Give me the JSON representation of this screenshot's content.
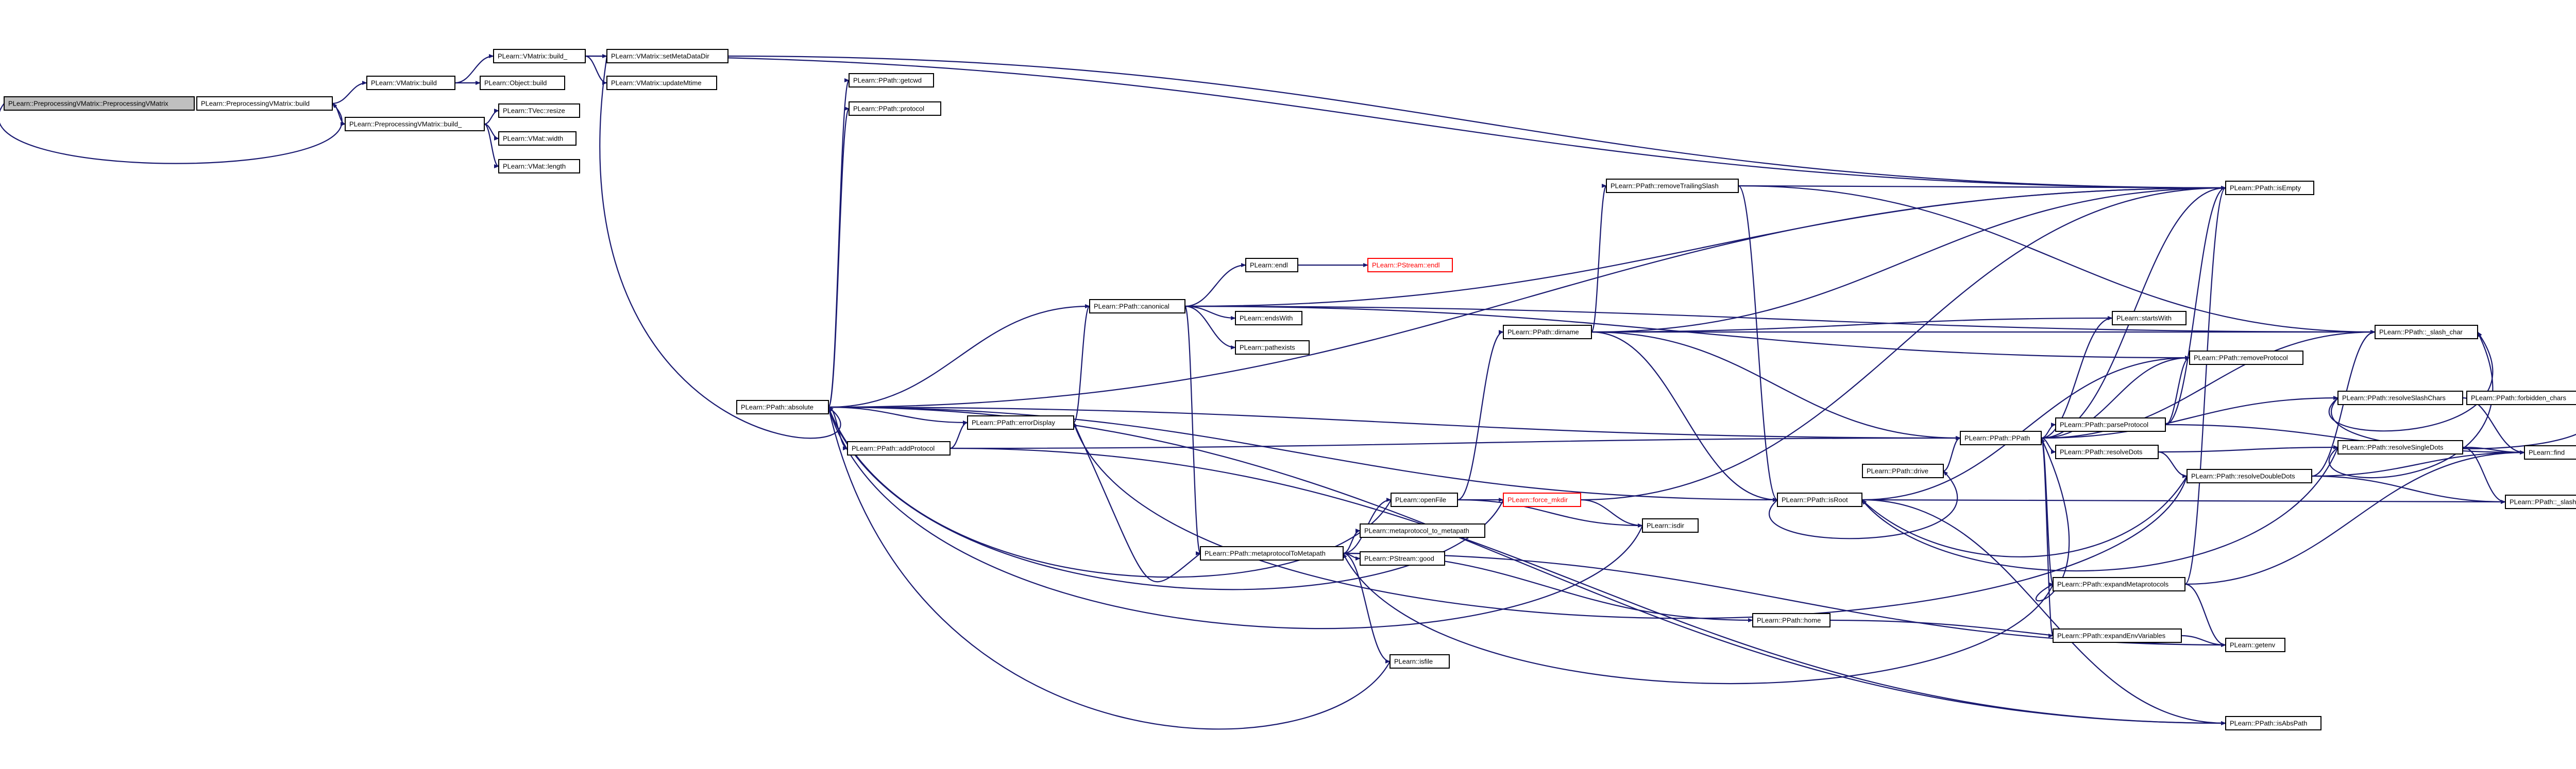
{
  "graph": {
    "nodes": [
      {
        "id": "n0",
        "label": "PLearn::PreprocessingVMatrix::PreprocessingVMatrix",
        "variant": "root"
      },
      {
        "id": "n1",
        "label": "PLearn::PreprocessingVMatrix::build",
        "variant": "normal"
      },
      {
        "id": "n2",
        "label": "PLearn::VMatrix::build",
        "variant": "normal"
      },
      {
        "id": "n3",
        "label": "PLearn::PreprocessingVMatrix::build_",
        "variant": "normal"
      },
      {
        "id": "n4",
        "label": "PLearn::VMatrix::build_",
        "variant": "normal"
      },
      {
        "id": "n5",
        "label": "PLearn::Object::build",
        "variant": "normal"
      },
      {
        "id": "n6",
        "label": "PLearn::TVec::resize",
        "variant": "normal"
      },
      {
        "id": "n7",
        "label": "PLearn::VMat::width",
        "variant": "normal"
      },
      {
        "id": "n8",
        "label": "PLearn::VMat::length",
        "variant": "normal"
      },
      {
        "id": "n9",
        "label": "PLearn::VMatrix::setMetaDataDir",
        "variant": "normal"
      },
      {
        "id": "n10",
        "label": "PLearn::VMatrix::updateMtime",
        "variant": "normal"
      },
      {
        "id": "n11",
        "label": "PLearn::PPath::getcwd",
        "variant": "normal"
      },
      {
        "id": "n12",
        "label": "PLearn::PPath::protocol",
        "variant": "normal"
      },
      {
        "id": "n13",
        "label": "PLearn::PPath::absolute",
        "variant": "normal"
      },
      {
        "id": "n14",
        "label": "PLearn::PPath::addProtocol",
        "variant": "normal"
      },
      {
        "id": "n15",
        "label": "PLearn::PPath::errorDisplay",
        "variant": "normal"
      },
      {
        "id": "n16",
        "label": "PLearn::PPath::canonical",
        "variant": "normal"
      },
      {
        "id": "n17",
        "label": "PLearn::endl",
        "variant": "normal"
      },
      {
        "id": "n18",
        "label": "PLearn::PStream::endl",
        "variant": "warn"
      },
      {
        "id": "n19",
        "label": "PLearn::endsWith",
        "variant": "normal"
      },
      {
        "id": "n20",
        "label": "PLearn::pathexists",
        "variant": "normal"
      },
      {
        "id": "n21",
        "label": "PLearn::PPath::metaprotocolToMetapath",
        "variant": "normal"
      },
      {
        "id": "n22",
        "label": "PLearn::openFile",
        "variant": "normal"
      },
      {
        "id": "n23",
        "label": "PLearn::metaprotocol_to_metapath",
        "variant": "normal"
      },
      {
        "id": "n24",
        "label": "PLearn::PStream::good",
        "variant": "normal"
      },
      {
        "id": "n25",
        "label": "PLearn::isfile",
        "variant": "normal"
      },
      {
        "id": "n26",
        "label": "PLearn::PPath::home",
        "variant": "normal"
      },
      {
        "id": "n27",
        "label": "PLearn::force_mkdir",
        "variant": "warn"
      },
      {
        "id": "n28",
        "label": "PLearn::isdir",
        "variant": "normal"
      },
      {
        "id": "n29",
        "label": "PLearn::PPath::dirname",
        "variant": "normal"
      },
      {
        "id": "n30",
        "label": "PLearn::PPath::removeTrailingSlash",
        "variant": "normal"
      },
      {
        "id": "n31",
        "label": "PLearn::PPath::isRoot",
        "variant": "normal"
      },
      {
        "id": "n32",
        "label": "PLearn::PPath::drive",
        "variant": "normal"
      },
      {
        "id": "n33",
        "label": "PLearn::PPath::PPath",
        "variant": "normal"
      },
      {
        "id": "n34",
        "label": "PLearn::startsWith",
        "variant": "normal"
      },
      {
        "id": "n35",
        "label": "PLearn::PPath::parseProtocol",
        "variant": "normal"
      },
      {
        "id": "n36",
        "label": "PLearn::PPath::resolveDots",
        "variant": "normal"
      },
      {
        "id": "n37",
        "label": "PLearn::PPath::expandMetaprotocols",
        "variant": "normal"
      },
      {
        "id": "n38",
        "label": "PLearn::PPath::expandEnvVariables",
        "variant": "normal"
      },
      {
        "id": "n39",
        "label": "PLearn::PPath::isEmpty",
        "variant": "normal"
      },
      {
        "id": "n40",
        "label": "PLearn::PPath::_slash_char",
        "variant": "normal"
      },
      {
        "id": "n41",
        "label": "PLearn::PPath::removeProtocol",
        "variant": "normal"
      },
      {
        "id": "n42",
        "label": "PLearn::PPath::resolveSlashChars",
        "variant": "normal"
      },
      {
        "id": "n43",
        "label": "PLearn::PPath::forbidden_chars",
        "variant": "normal"
      },
      {
        "id": "n44",
        "label": "PLearn::PPath::resolveSingleDots",
        "variant": "normal"
      },
      {
        "id": "n45",
        "label": "PLearn::PPath::resolveDoubleDots",
        "variant": "normal"
      },
      {
        "id": "n46",
        "label": "PLearn::find",
        "variant": "normal"
      },
      {
        "id": "n47",
        "label": "PLearn::PPath::_slash",
        "variant": "normal"
      },
      {
        "id": "n48",
        "label": "PLearn::getenv",
        "variant": "normal"
      },
      {
        "id": "n49",
        "label": "PLearn::PPath::isAbsPath",
        "variant": "normal"
      }
    ],
    "edges": [
      [
        "n0",
        "n1"
      ],
      [
        "n1",
        "n2"
      ],
      [
        "n1",
        "n3"
      ],
      [
        "n2",
        "n4"
      ],
      [
        "n2",
        "n5"
      ],
      [
        "n3",
        "n6"
      ],
      [
        "n3",
        "n7"
      ],
      [
        "n3",
        "n8"
      ],
      [
        "n4",
        "n9"
      ],
      [
        "n4",
        "n10"
      ],
      [
        "n4",
        "n39"
      ],
      [
        "n9",
        "n13"
      ],
      [
        "n9",
        "n39"
      ],
      [
        "n13",
        "n11"
      ],
      [
        "n13",
        "n12"
      ],
      [
        "n13",
        "n14"
      ],
      [
        "n13",
        "n15"
      ],
      [
        "n13",
        "n16"
      ],
      [
        "n13",
        "n39"
      ],
      [
        "n13",
        "n31"
      ],
      [
        "n13",
        "n33"
      ],
      [
        "n13",
        "n49"
      ],
      [
        "n14",
        "n15"
      ],
      [
        "n14",
        "n33"
      ],
      [
        "n14",
        "n49"
      ],
      [
        "n15",
        "n16"
      ],
      [
        "n16",
        "n17"
      ],
      [
        "n16",
        "n19"
      ],
      [
        "n16",
        "n20"
      ],
      [
        "n16",
        "n21"
      ],
      [
        "n16",
        "n39"
      ],
      [
        "n16",
        "n40"
      ],
      [
        "n16",
        "n41"
      ],
      [
        "n17",
        "n18"
      ],
      [
        "n21",
        "n22"
      ],
      [
        "n21",
        "n23"
      ],
      [
        "n21",
        "n24"
      ],
      [
        "n21",
        "n25"
      ],
      [
        "n21",
        "n26"
      ],
      [
        "n21",
        "n15"
      ],
      [
        "n21",
        "n48"
      ],
      [
        "n22",
        "n27"
      ],
      [
        "n22",
        "n28"
      ],
      [
        "n22",
        "n29"
      ],
      [
        "n22",
        "n13"
      ],
      [
        "n27",
        "n28"
      ],
      [
        "n27",
        "n13"
      ],
      [
        "n27",
        "n39"
      ],
      [
        "n28",
        "n13"
      ],
      [
        "n25",
        "n13"
      ],
      [
        "n26",
        "n48"
      ],
      [
        "n29",
        "n30"
      ],
      [
        "n29",
        "n31"
      ],
      [
        "n29",
        "n33"
      ],
      [
        "n29",
        "n34"
      ],
      [
        "n29",
        "n39"
      ],
      [
        "n29",
        "n40"
      ],
      [
        "n30",
        "n31"
      ],
      [
        "n30",
        "n39"
      ],
      [
        "n30",
        "n40"
      ],
      [
        "n31",
        "n32"
      ],
      [
        "n31",
        "n41"
      ],
      [
        "n31",
        "n49"
      ],
      [
        "n31",
        "n47"
      ],
      [
        "n32",
        "n33"
      ],
      [
        "n33",
        "n34"
      ],
      [
        "n33",
        "n35"
      ],
      [
        "n33",
        "n36"
      ],
      [
        "n33",
        "n37"
      ],
      [
        "n33",
        "n38"
      ],
      [
        "n33",
        "n39"
      ],
      [
        "n33",
        "n40"
      ],
      [
        "n33",
        "n41"
      ],
      [
        "n33",
        "n42"
      ],
      [
        "n35",
        "n39"
      ],
      [
        "n35",
        "n41"
      ],
      [
        "n35",
        "n46"
      ],
      [
        "n36",
        "n44"
      ],
      [
        "n36",
        "n45"
      ],
      [
        "n37",
        "n21"
      ],
      [
        "n37",
        "n33"
      ],
      [
        "n37",
        "n39"
      ],
      [
        "n37",
        "n46"
      ],
      [
        "n37",
        "n48"
      ],
      [
        "n38",
        "n48"
      ],
      [
        "n42",
        "n40"
      ],
      [
        "n42",
        "n43"
      ],
      [
        "n42",
        "n46"
      ],
      [
        "n44",
        "n40"
      ],
      [
        "n44",
        "n46"
      ],
      [
        "n44",
        "n47"
      ],
      [
        "n44",
        "n31"
      ],
      [
        "n45",
        "n40"
      ],
      [
        "n45",
        "n46"
      ],
      [
        "n45",
        "n47"
      ],
      [
        "n45",
        "n31"
      ],
      [
        "n45",
        "n15"
      ]
    ]
  }
}
